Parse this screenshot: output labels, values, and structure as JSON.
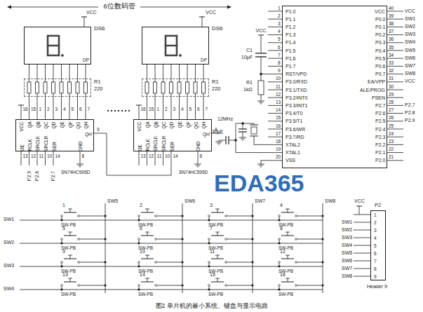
{
  "diagram": {
    "caption": "图2 单片机的最小系统、键盘与显示电路",
    "nodes": [
      {
        "text": [
          "DS6",
          "DP"
        ]
      },
      {
        "text": [
          "DS6",
          "DP"
        ]
      },
      {
        "text": [
          "R1",
          "220"
        ]
      },
      {
        "text": [
          "R1",
          "220"
        ]
      },
      {
        "text": [
          "VCC",
          "QA",
          "QB",
          "QC",
          "QD",
          "QE",
          "QF",
          "QG",
          "QH",
          "QH'",
          "OE",
          "RCLK",
          "SRCLK",
          "SRCLR",
          "SER",
          "GND",
          "SN74HC595D"
        ]
      },
      {
        "text": [
          "VCC",
          "QA",
          "QB",
          "QC",
          "QD",
          "QE",
          "QF",
          "QG",
          "QH",
          "QH'",
          "OE",
          "RCLK",
          "SRCLK",
          "SRCLR",
          "SER",
          "GND",
          "SN74HC595D"
        ]
      },
      {
        "text": [
          "P1.0",
          "P1.1",
          "P1.2",
          "P1.3",
          "P1.4",
          "P1.5",
          "P1.6",
          "P1.7",
          "RST/VPD",
          "P3.0/RXD",
          "P3.1/TXD",
          "P3.2/INT0",
          "P3.3/INT1",
          "P3.4/T0",
          "P3.5/T1",
          "P3.6/WR",
          "P3.7/RD",
          "XTAL2",
          "XTAL1",
          "VSS",
          "VCC",
          "P0.0",
          "P0.1",
          "P0.2",
          "P0.3",
          "P0.4",
          "P0.5",
          "P0.6",
          "P0.7",
          "EA/VPP",
          "ALE/PROG",
          "PSEN",
          "P2.7",
          "P2.6",
          "P2.5",
          "P2.4",
          "P2.3",
          "P2.2",
          "P2.1",
          "P2.0"
        ]
      },
      {
        "text": [
          "P2",
          "1",
          "2",
          "3",
          "4",
          "5",
          "6",
          "7",
          "8",
          "9",
          "Header 9"
        ]
      }
    ],
    "edges": [
      {
        "from": 0,
        "to": 2,
        "arrow": "none"
      },
      {
        "from": 2,
        "to": 4,
        "arrow": "none"
      },
      {
        "from": 1,
        "to": 3,
        "arrow": "none"
      },
      {
        "from": 3,
        "to": 5,
        "arrow": "none"
      },
      {
        "from": 4,
        "to": 5,
        "arrow": "none"
      }
    ],
    "labels": [
      "6位数码管",
      "VCC",
      "VCC",
      "16",
      "15",
      "1",
      "2",
      "3",
      "4",
      "5",
      "6",
      "7",
      "9",
      "13",
      "12",
      "11",
      "10",
      "14",
      "8",
      "P2.9",
      "P2.8",
      "P2.7",
      "16",
      "15",
      "1",
      "2",
      "3",
      "4",
      "5",
      "6",
      "7",
      "9",
      "13",
      "12",
      "11",
      "10",
      "14",
      "8",
      "1",
      "2",
      "3",
      "4",
      "5",
      "6",
      "7",
      "8",
      "9",
      "10",
      "11",
      "12",
      "13",
      "14",
      "15",
      "16",
      "17",
      "18",
      "19",
      "20",
      "40",
      "39",
      "38",
      "37",
      "36",
      "35",
      "34",
      "33",
      "32",
      "31",
      "30",
      "29",
      "28",
      "27",
      "26",
      "25",
      "24",
      "23",
      "22",
      "21",
      "VCC",
      "SW1",
      "SW2",
      "SW3",
      "SW4",
      "SW5",
      "SW6",
      "SW7",
      "SW8",
      "VCC",
      "P2.7",
      "P2.8",
      "P2.9",
      "VCC",
      "C1",
      "10μF",
      "R1",
      "1kΩ",
      "30pF",
      "12MHz",
      "SW5",
      "SW6",
      "SW7",
      "SW8",
      "SW1",
      "SW2",
      "SW3",
      "SW4",
      "1",
      "SW-PB",
      "2",
      "SW-PB",
      "3",
      "SW-PB",
      "4",
      "SW-PB",
      "5",
      "SW-PB",
      "6",
      "SW-PB",
      "7",
      "SW-PB",
      "8",
      "SW-PB",
      "9",
      "SW-PB",
      "10",
      "SW-PB",
      "11",
      "SW-PB",
      "12",
      "SW-PB",
      "13",
      "SW-PB",
      "14",
      "SW-PB",
      "15",
      "SW-PB",
      "16",
      "SW-PB",
      "VCC",
      "SW1",
      "SW2",
      "SW3",
      "SW4",
      "SW5",
      "SW6",
      "SW7",
      "SW8",
      "EDA365"
    ]
  }
}
